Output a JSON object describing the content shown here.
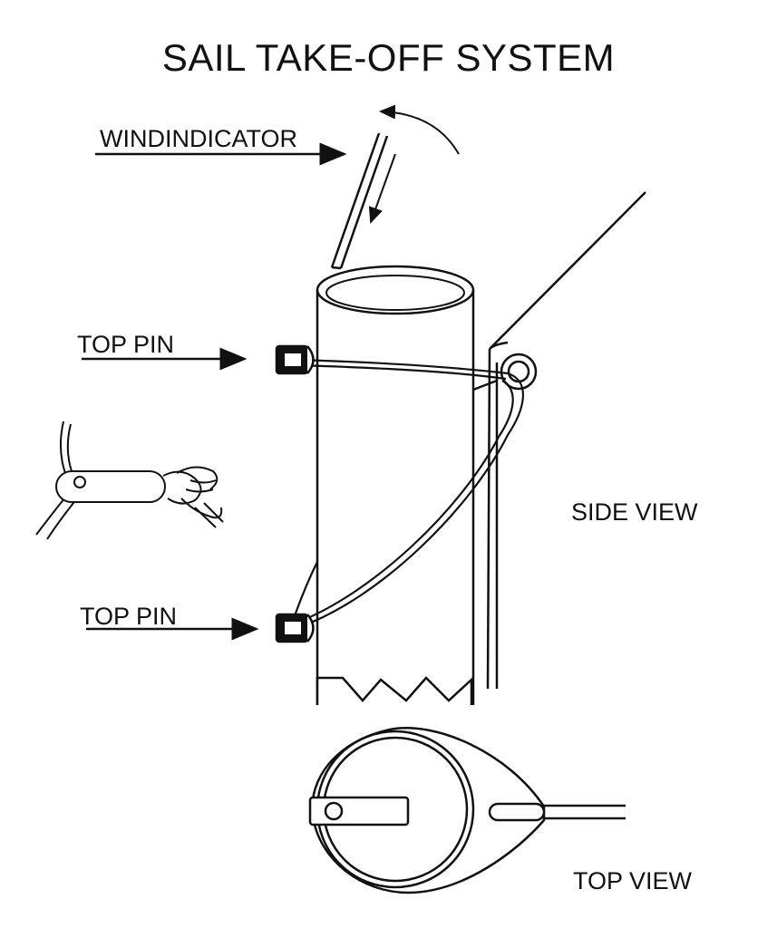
{
  "title": "SAIL TAKE-OFF SYSTEM",
  "labels": {
    "windindicator": "WINDINDICATOR",
    "top_pin_upper": "TOP PIN",
    "top_pin_lower": "TOP PIN",
    "side_view": "SIDE VIEW",
    "top_view": "TOP VIEW"
  }
}
